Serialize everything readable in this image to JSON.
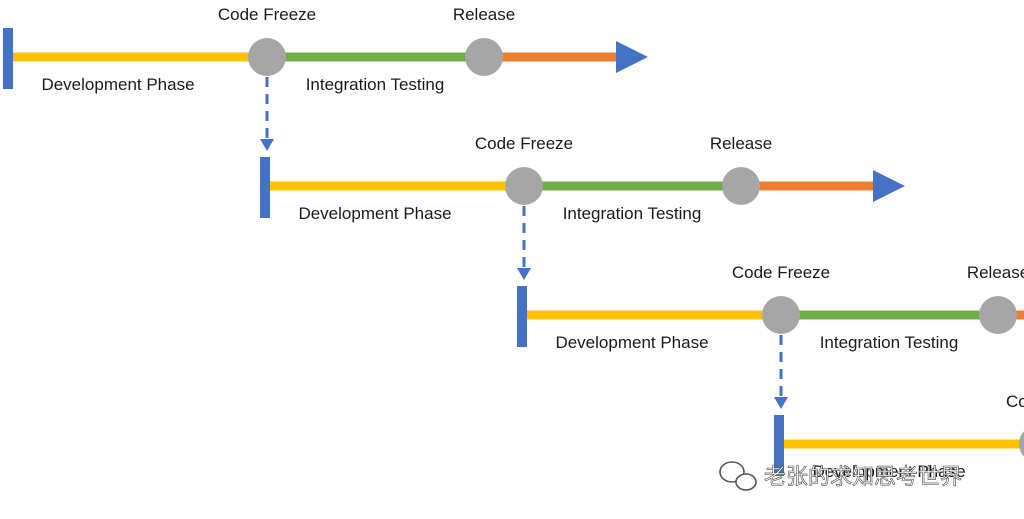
{
  "colors": {
    "development": "#FFC000",
    "integration": "#70AD47",
    "release": "#ED7D31",
    "marker": "#4472C4",
    "milestone": "#A6A6A6",
    "text": "#1a1a1a"
  },
  "labels": {
    "development_phase": "Development Phase",
    "integration_testing": "Integration Testing",
    "code_freeze": "Code Freeze",
    "release": "Release"
  },
  "timelines": [
    {
      "development_label": "Development Phase",
      "integration_label": "Integration Testing",
      "freeze_label": "Code Freeze",
      "release_label": "Release"
    },
    {
      "development_label": "Development Phase",
      "integration_label": "Integration Testing",
      "freeze_label": "Code Freeze",
      "release_label": "Release"
    },
    {
      "development_label": "Development Phase",
      "integration_label": "Integration Testing",
      "freeze_label": "Code Freeze",
      "release_label": "Release"
    },
    {
      "development_label": "Development Phase",
      "freeze_label": "Code"
    }
  ],
  "watermark": {
    "text": "老张的求知思考世界",
    "icon": "wechat-icon"
  }
}
